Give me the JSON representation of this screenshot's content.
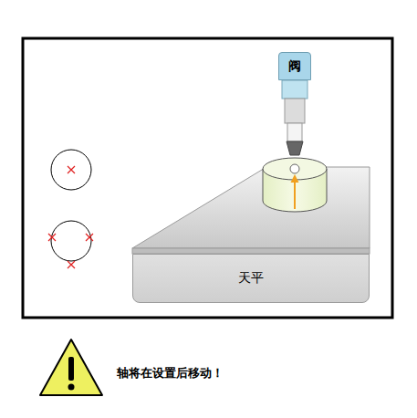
{
  "diagram": {
    "nodes": [
      {
        "text": [
          "阀"
        ]
      },
      {
        "text": [
          "天平"
        ]
      }
    ],
    "labels": [
      "轴将在设置后移动！"
    ]
  }
}
